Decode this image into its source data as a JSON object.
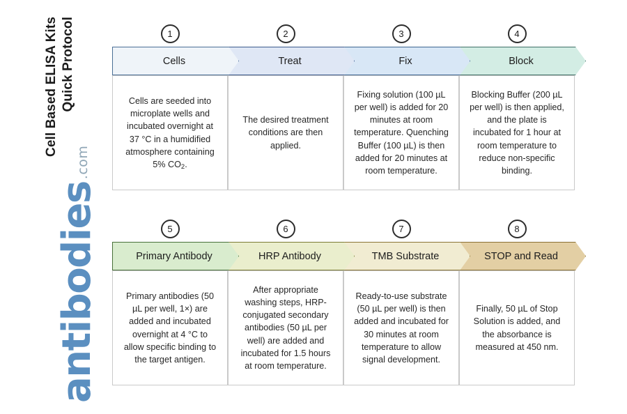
{
  "title_lines": "Cell Based ELISA Kits\nQuick Protocol",
  "logo": {
    "word": "antibodies",
    "tld": ".com",
    "color": "#5b8fc0",
    "tld_color": "#8fa6b6"
  },
  "colors": {
    "badge_stroke": "#2c2c2c",
    "body_border": "#c9c9c9",
    "page_background": "#ffffff",
    "text": "#222222"
  },
  "rows": [
    {
      "row_name": "row-one",
      "steps": [
        {
          "number": "1",
          "header": "Cells",
          "fill": "#eff4f9",
          "stroke": "#4a6f96",
          "body": "Cells are seeded into microplate wells and incubated overnight at 37 °C in a humidified atmosphere containing 5% CO₂."
        },
        {
          "number": "2",
          "header": "Treat",
          "fill": "#dfe7f5",
          "stroke": "#3a5a8c",
          "body": "The desired treatment conditions are then applied."
        },
        {
          "number": "3",
          "header": "Fix",
          "fill": "#d8e7f6",
          "stroke": "#3d6590",
          "body": "Fixing solution (100 µL per well) is added for 20 minutes at room temperature. Quenching Buffer (100 µL) is then added for 20 minutes at room temperature."
        },
        {
          "number": "4",
          "header": "Block",
          "fill": "#d3ede4",
          "stroke": "#3f6f66",
          "body": "Blocking Buffer (200 µL per well) is then applied, and the plate is incubated for 1 hour at room temperature to reduce non-specific binding."
        }
      ]
    },
    {
      "row_name": "row-two",
      "steps": [
        {
          "number": "5",
          "header": "Primary Antibody",
          "fill": "#d9ecce",
          "stroke": "#477038",
          "body": "Primary antibodies (50 µL per well, 1×) are added and incubated overnight at 4 °C to allow specific binding to the target antigen."
        },
        {
          "number": "6",
          "header": "HRP Antibody",
          "fill": "#eaeecd",
          "stroke": "#7a7a32",
          "body": "After appropriate washing steps, HRP-conjugated secondary antibodies (50 µL per well) are added and incubated for 1.5 hours at room temperature."
        },
        {
          "number": "7",
          "header": "TMB Substrate",
          "fill": "#f1ecd2",
          "stroke": "#8a7433",
          "body": "Ready-to-use substrate (50 µL per well) is then added and incubated for 30 minutes at room temperature to allow signal development."
        },
        {
          "number": "8",
          "header": "STOP and Read",
          "fill": "#e3cfa4",
          "stroke": "#8a7033",
          "body": "Finally, 50 µL of Stop Solution is added, and the absorbance is measured at 450 nm."
        }
      ]
    }
  ]
}
